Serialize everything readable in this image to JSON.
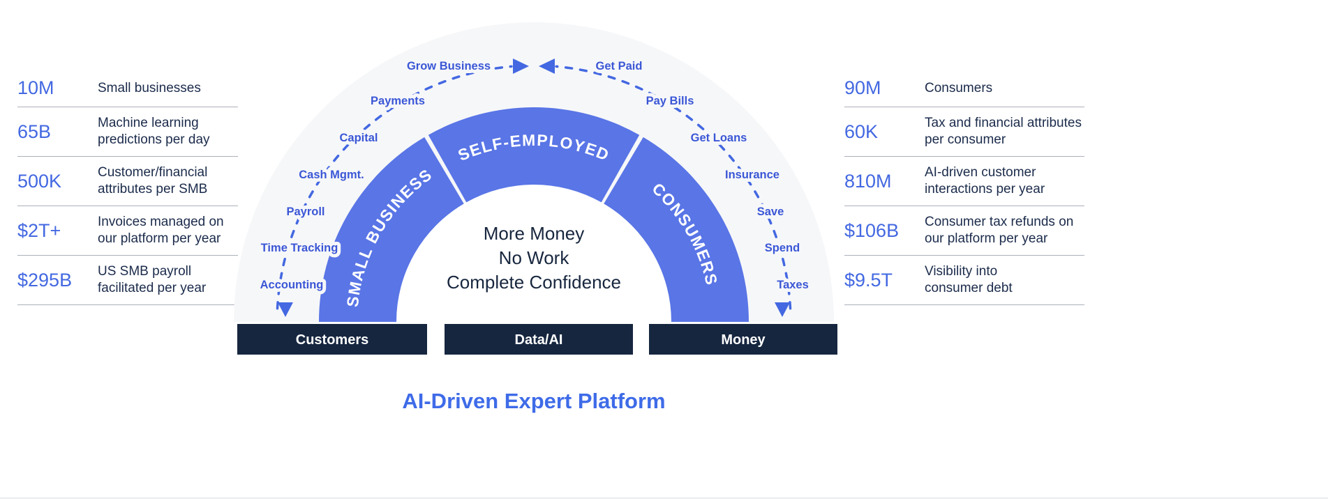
{
  "title": "AI-Driven Expert Platform",
  "left_stats": {
    "rows": [
      {
        "value": "10M",
        "lines": [
          "Small businesses"
        ]
      },
      {
        "value": "65B",
        "lines": [
          "Machine learning",
          "predictions per day"
        ]
      },
      {
        "value": "500K",
        "lines": [
          "Customer/financial",
          "attributes per SMB"
        ]
      },
      {
        "value": "$2T+",
        "lines": [
          "Invoices managed on",
          "our platform per year"
        ]
      },
      {
        "value": "$295B",
        "lines": [
          "US SMB payroll",
          "facilitated per year"
        ]
      }
    ]
  },
  "right_stats": {
    "rows": [
      {
        "value": "90M",
        "lines": [
          "Consumers"
        ]
      },
      {
        "value": "60K",
        "lines": [
          "Tax and financial attributes",
          "per consumer"
        ]
      },
      {
        "value": "810M",
        "lines": [
          "AI-driven customer",
          "interactions per year"
        ]
      },
      {
        "value": "$106B",
        "lines": [
          "Consumer tax refunds on",
          "our platform per year"
        ]
      },
      {
        "value": "$9.5T",
        "lines": [
          "Visibility into",
          "consumer debt"
        ]
      }
    ]
  },
  "arch": {
    "segments": {
      "left": "SMALL BUSINESS",
      "top": "SELF-EMPLOYED",
      "right": "CONSUMERS"
    },
    "center_lines": [
      "More Money",
      "No Work",
      "Complete Confidence"
    ],
    "left_flow": [
      "Accounting",
      "Time Tracking",
      "Payroll",
      "Cash Mgmt.",
      "Capital",
      "Payments",
      "Grow Business"
    ],
    "right_flow": [
      "Get Paid",
      "Pay Bills",
      "Get Loans",
      "Insurance",
      "Save",
      "Spend",
      "Taxes"
    ],
    "bars": [
      "Customers",
      "Data/AI",
      "Money"
    ]
  },
  "colors": {
    "accent": "#4368E1",
    "ring": "#5975E6",
    "navy_bar": "#16263F",
    "flow_label": "#3B57D6",
    "title": "#3E6BE8",
    "background_circle": "#F6F7F9",
    "text_dark": "#1B2B4B"
  }
}
